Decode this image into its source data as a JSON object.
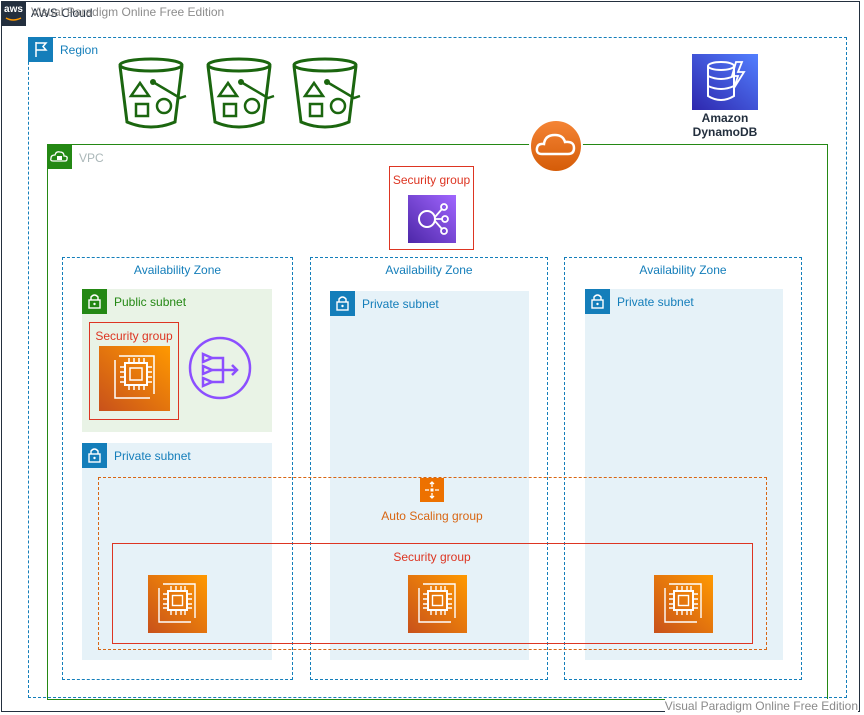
{
  "watermark": {
    "top": "Visual Paradigm Online Free Edition",
    "bottom": "Visual Paradigm Online Free Edition"
  },
  "aws_cloud": {
    "label": "AWS Cloud",
    "logo_text": "aws",
    "icon": "aws-logo-icon"
  },
  "region": {
    "label": "Region",
    "icon": "flag-icon"
  },
  "buckets": [
    {
      "icon": "s3-bucket-icon"
    },
    {
      "icon": "s3-bucket-icon"
    },
    {
      "icon": "s3-bucket-icon"
    }
  ],
  "dynamodb": {
    "line1": "Amazon",
    "line2": "DynamoDB",
    "icon": "dynamodb-icon"
  },
  "internet_gateway": {
    "icon": "cloud-icon"
  },
  "vpc": {
    "label": "VPC",
    "icon": "cloud-lock-icon"
  },
  "lb_security_group": {
    "label": "Security group",
    "icon": "elastic-load-balancer-icon"
  },
  "zones": [
    {
      "label": "Availability Zone"
    },
    {
      "label": "Availability Zone"
    },
    {
      "label": "Availability Zone"
    }
  ],
  "subnets": {
    "public_1": {
      "label": "Public subnet",
      "icon": "lock-icon"
    },
    "private_1": {
      "label": "Private subnet",
      "icon": "lock-icon"
    },
    "private_2": {
      "label": "Private subnet",
      "icon": "lock-icon"
    },
    "private_3": {
      "label": "Private subnet",
      "icon": "lock-icon"
    }
  },
  "public_security_group": {
    "label": "Security group",
    "icon": "ec2-instance-icon"
  },
  "nat_gateway": {
    "icon": "nat-gateway-icon"
  },
  "auto_scaling": {
    "label": "Auto Scaling group",
    "icon": "auto-scaling-icon"
  },
  "instances_security_group": {
    "label": "Security group"
  },
  "instances": [
    {
      "icon": "ec2-instance-icon"
    },
    {
      "icon": "ec2-instance-icon"
    },
    {
      "icon": "ec2-instance-icon"
    }
  ],
  "colors": {
    "aws_blue": "#147EBA",
    "vpc_green": "#248814",
    "security_red": "#DD3522",
    "ec2_orange": "#ED7100",
    "lb_purple": "#8C4FFF",
    "public_fill": "#E9F3E6",
    "private_fill": "#E6F2F8",
    "dark_frame": "#232F3E"
  }
}
